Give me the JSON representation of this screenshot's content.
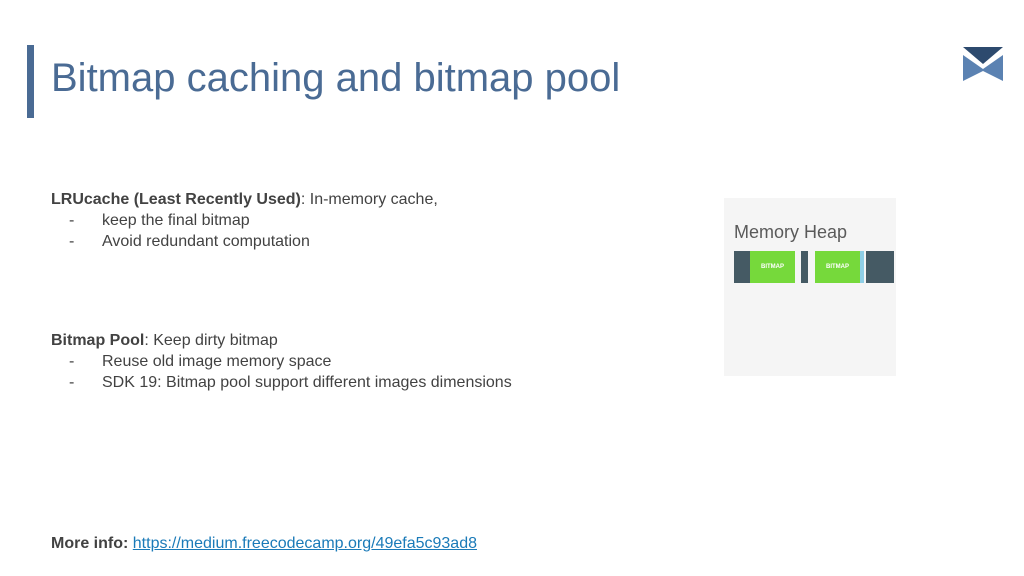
{
  "slide": {
    "title": "Bitmap caching and bitmap pool"
  },
  "lru_section": {
    "lead_bold": "LRUcache (Least Recently Used)",
    "lead_rest": ": In-memory cache,",
    "bullets": [
      "keep the final bitmap",
      "Avoid redundant computation"
    ]
  },
  "pool_section": {
    "lead_bold": "Bitmap Pool",
    "lead_rest": ": Keep dirty bitmap",
    "bullets": [
      "Reuse old image memory space",
      "SDK 19: Bitmap pool support different images dimensions"
    ]
  },
  "bullet_marker": "-",
  "more_info": {
    "label": "More info:",
    "link": "https://medium.freecodecamp.org/49efa5c93ad8"
  },
  "memory_heap": {
    "title": "Memory Heap",
    "blocks": [
      {
        "type": "dark"
      },
      {
        "type": "bitmap",
        "label": "BITMAP"
      },
      {
        "type": "dark"
      },
      {
        "type": "bitmap",
        "label": "BITMAP"
      },
      {
        "type": "light"
      },
      {
        "type": "dark"
      }
    ]
  },
  "colors": {
    "title": "#4a6b94",
    "accent_bar": "#4a6b94",
    "link": "#1a7ab8",
    "heap_bitmap": "#76d93b",
    "heap_dark": "#455a64",
    "heap_light": "#8fcfe6"
  },
  "logo": {
    "icon": "bookmark-chevron-logo"
  }
}
